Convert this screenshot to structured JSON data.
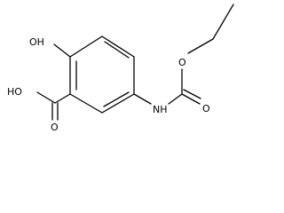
{
  "structure": {
    "labels": {
      "hydroxy": "OH",
      "carboxylic_acid_hydroxyl": "HO",
      "carbonyl_oxygen_acid": "O",
      "amine": "NH",
      "carbamate_carbonyl_oxygen": "O",
      "ester_oxygen": "O"
    }
  }
}
